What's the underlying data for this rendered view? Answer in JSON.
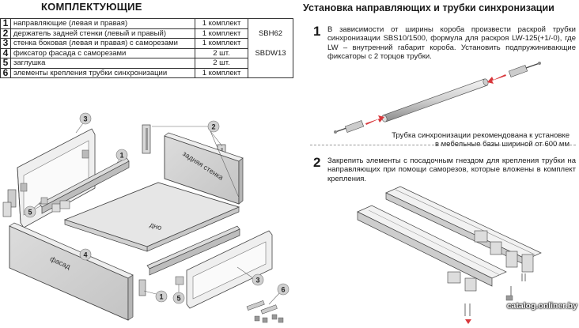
{
  "left": {
    "title": "КОМПЛЕКТУЮЩИЕ",
    "table": {
      "rows": [
        {
          "num": "1",
          "name": "направляющие (левая и правая)",
          "qty": "1 комплект",
          "code": ""
        },
        {
          "num": "2",
          "name": "держатель задней стенки (левый и правый)",
          "qty": "1 комплект",
          "code": "SBH62"
        },
        {
          "num": "3",
          "name": "стенка боковая (левая и правая) с саморезами",
          "qty": "1 комплект",
          "code": ""
        },
        {
          "num": "4",
          "name": "фиксатор фасада с саморезами",
          "qty": "2 шт.",
          "code": "SBDW13"
        },
        {
          "num": "5",
          "name": "заглушка",
          "qty": "2 шт.",
          "code": ""
        },
        {
          "num": "6",
          "name": "элементы крепления трубки синхронизации",
          "qty": "1 комплект",
          "code": ""
        }
      ]
    },
    "diagram": {
      "back_wall_label": "задняя стенка",
      "bottom_label": "дно",
      "front_label": "фасад",
      "callouts": [
        "3",
        "2",
        "1",
        "5",
        "4",
        "3",
        "1",
        "5",
        "6"
      ]
    }
  },
  "right": {
    "title": "Установка направляющих и трубки синхронизации",
    "step1": {
      "num": "1",
      "text": "В зависимости от ширины короба произвести раскрой трубки синхронизации SBS10/1500, формула для раскроя LW-125(+1/-0), где LW – внутренний габарит короба. Установить подпружинивающие фиксаторы с 2 торцов трубки."
    },
    "note": {
      "line1": "Трубка синхронизации рекомендована к установке",
      "line2": "в мебельные базы шириной от 600 мм"
    },
    "step2": {
      "num": "2",
      "text": "Закрепить элементы с посадочным гнездом для крепления трубки на направляющих при помощи саморезов, которые вложены в комплект крепления."
    }
  },
  "watermark": "catalog.onliner.by"
}
